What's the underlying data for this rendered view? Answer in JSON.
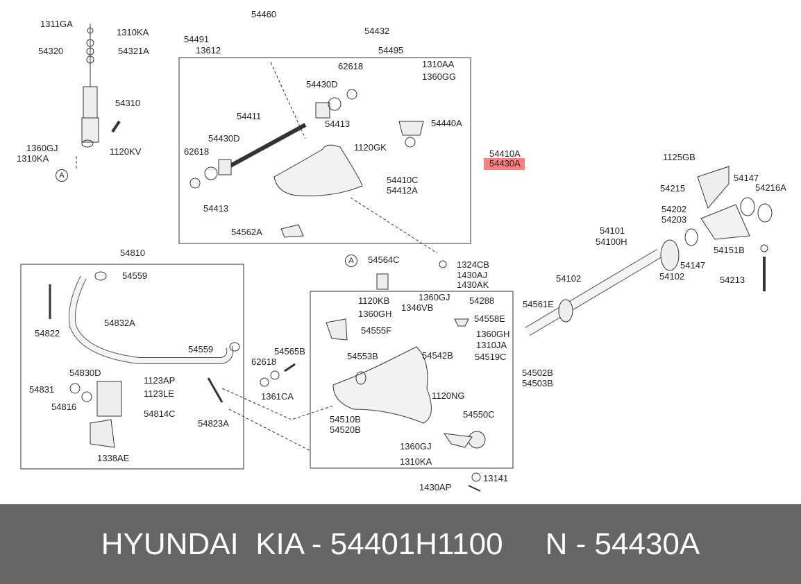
{
  "labels": [
    "1311GA",
    "1310KA",
    "54320",
    "54321A",
    "54310",
    "1360GJ",
    "1310KA",
    "1120KV",
    "54460",
    "54432",
    "54491",
    "13612",
    "54495",
    "62618",
    "1310AA",
    "1360GG",
    "54430D",
    "54413",
    "54411",
    "54440A",
    "54430D",
    "1120GK",
    "62618",
    "54410A",
    "54430A",
    "54410C",
    "54412A",
    "54413",
    "54562A",
    "1125GB",
    "54215",
    "54147",
    "54216A",
    "54202",
    "54203",
    "54101",
    "54100H",
    "54151B",
    "54147",
    "54102",
    "54213",
    "54102",
    "54561E",
    "54810",
    "54559",
    "54832A",
    "54822",
    "54559",
    "54830D",
    "1123AP",
    "54831",
    "1123LE",
    "54816",
    "54814C",
    "54823A",
    "1338AE",
    "54564C",
    "1324CB",
    "1430AJ",
    "1430AK",
    "1120KB",
    "1360GJ",
    "54288",
    "1346VB",
    "1360GH",
    "54558E",
    "54555F",
    "1360GH",
    "1310JA",
    "54565B",
    "54553B",
    "54542B",
    "54519C",
    "62618",
    "54502B",
    "54503B",
    "1361CA",
    "1120NG",
    "54510B",
    "54520B",
    "54550C",
    "1360GJ",
    "1310KA",
    "13141",
    "1430AP"
  ],
  "callout_ref": "A",
  "highlight_color": "#ff8080",
  "banner": {
    "text": "HYUNDAI  KIA - 54401H1100     N - 54430A"
  }
}
